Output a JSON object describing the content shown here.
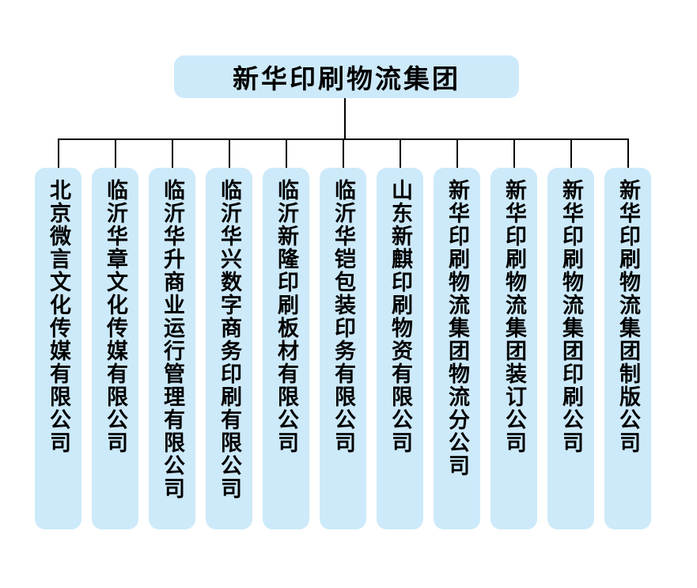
{
  "root": {
    "name": "新华印刷物流集团"
  },
  "children": [
    {
      "name": "北京微言文化传媒有限公司"
    },
    {
      "name": "临沂华章文化传媒有限公司"
    },
    {
      "name": "临沂华升商业运行管理有限公司"
    },
    {
      "name": "临沂华兴数字商务印刷有限公司"
    },
    {
      "name": "临沂新隆印刷板材有限公司"
    },
    {
      "name": "临沂华铠包装印务有限公司"
    },
    {
      "name": "山东新麒印刷物资有限公司"
    },
    {
      "name": "新华印刷物流集团物流分公司"
    },
    {
      "name": "新华印刷物流集团装订公司"
    },
    {
      "name": "新华印刷物流集团印刷公司"
    },
    {
      "name": "新华印刷物流集团制版公司"
    }
  ],
  "colors": {
    "box_fill": "#cdeafa",
    "line": "#000000",
    "text": "#000000",
    "background": "#ffffff"
  }
}
